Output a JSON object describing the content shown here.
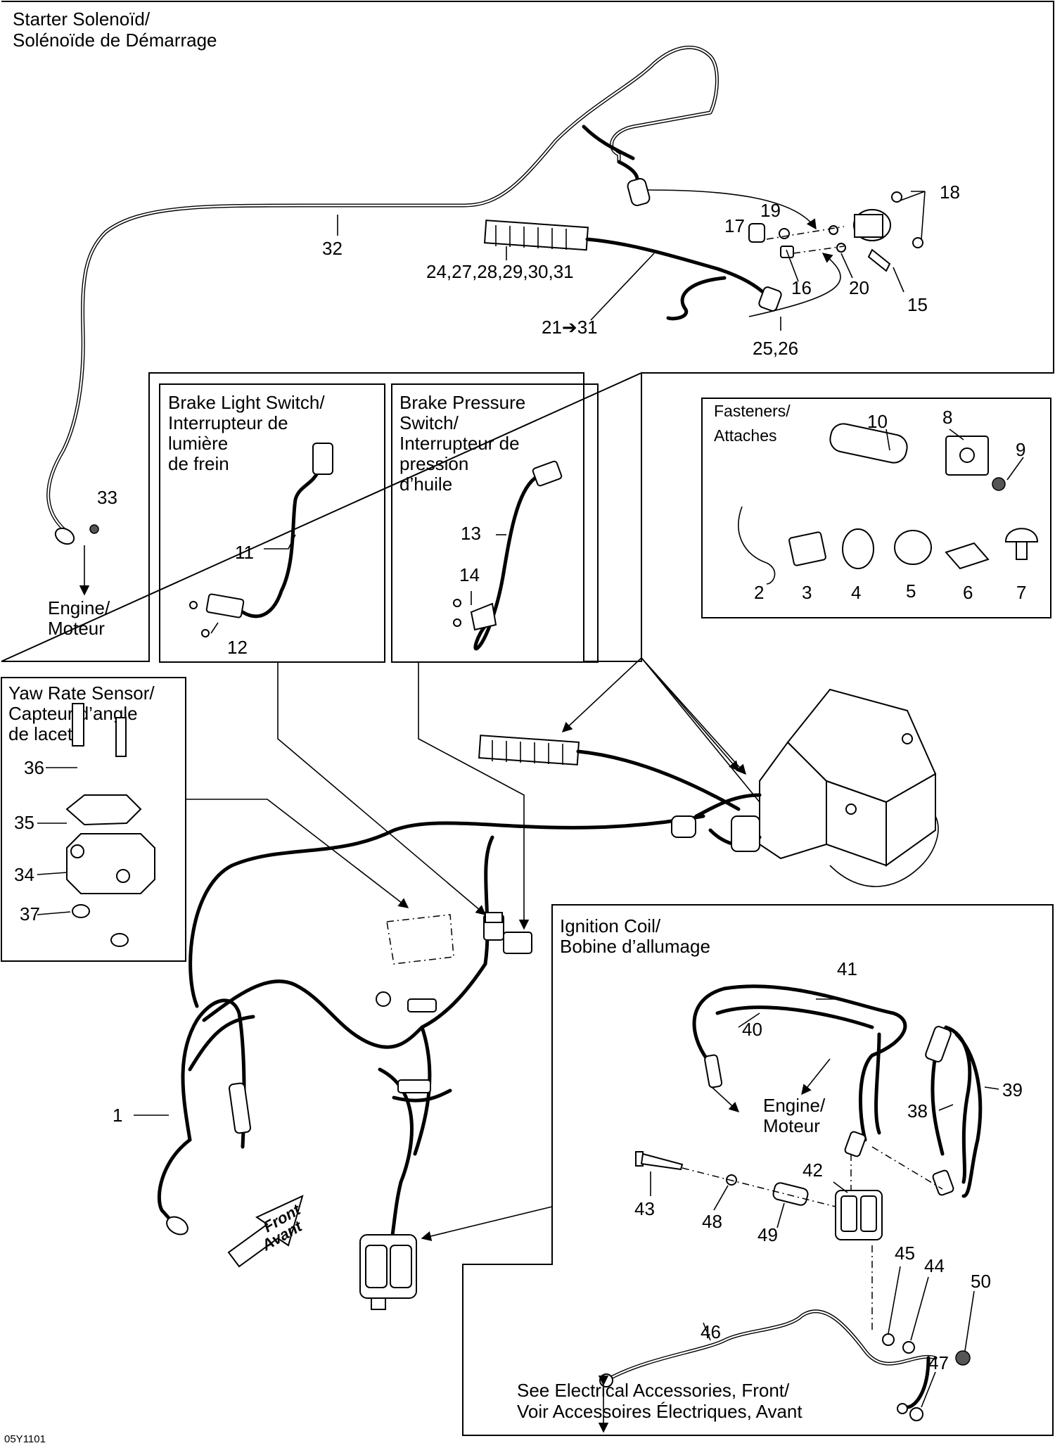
{
  "diagram_code": "05Y1101",
  "panels": {
    "starter_solenoid": {
      "title_line1": "Starter Solenoïd/",
      "title_line2": "Solénoïde de Démarrage"
    },
    "brake_light_switch": {
      "line1": "Brake Light Switch/",
      "line2": "Interrupteur de",
      "line3": "lumière",
      "line4": "de frein"
    },
    "brake_pressure_switch": {
      "line1": "Brake Pressure",
      "line2": "Switch/",
      "line3": "Interrupteur de",
      "line4": "pression",
      "line5": "d’huile"
    },
    "fasteners": {
      "line1": "Fasteners/",
      "line2": "Attaches"
    },
    "yaw_rate_sensor": {
      "line1": "Yaw Rate Sensor/",
      "line2": "Capteur d’angle",
      "line3": "de lacet"
    },
    "ignition_coil": {
      "line1": "Ignition Coil/",
      "line2": "Bobine d’allumage"
    }
  },
  "notes": {
    "engine_left": {
      "line1": "Engine/",
      "line2": "Moteur"
    },
    "engine_ignition": {
      "line1": "Engine/",
      "line2": "Moteur"
    },
    "see_accessories": {
      "line1": "See Electrical Accessories, Front/",
      "line2": "Voir Accessoires Électriques, Avant"
    },
    "front": {
      "line1": "Front",
      "line2": "Avant"
    }
  },
  "callouts": {
    "c1": "1",
    "c2": "2",
    "c3": "3",
    "c4": "4",
    "c5": "5",
    "c6": "6",
    "c7": "7",
    "c8": "8",
    "c9": "9",
    "c10": "10",
    "c11": "11",
    "c12": "12",
    "c13": "13",
    "c14": "14",
    "c15": "15",
    "c16": "16",
    "c17": "17",
    "c18": "18",
    "c19": "19",
    "c20": "20",
    "c21_31": "21➔31",
    "c24_31": "24,27,28,29,30,31",
    "c25_26": "25,26",
    "c32": "32",
    "c33": "33",
    "c34": "34",
    "c35": "35",
    "c36": "36",
    "c37": "37",
    "c38": "38",
    "c39": "39",
    "c40": "40",
    "c41": "41",
    "c42": "42",
    "c43": "43",
    "c44": "44",
    "c45": "45",
    "c46": "46",
    "c47": "47",
    "c48": "48",
    "c49": "49",
    "c50": "50"
  }
}
